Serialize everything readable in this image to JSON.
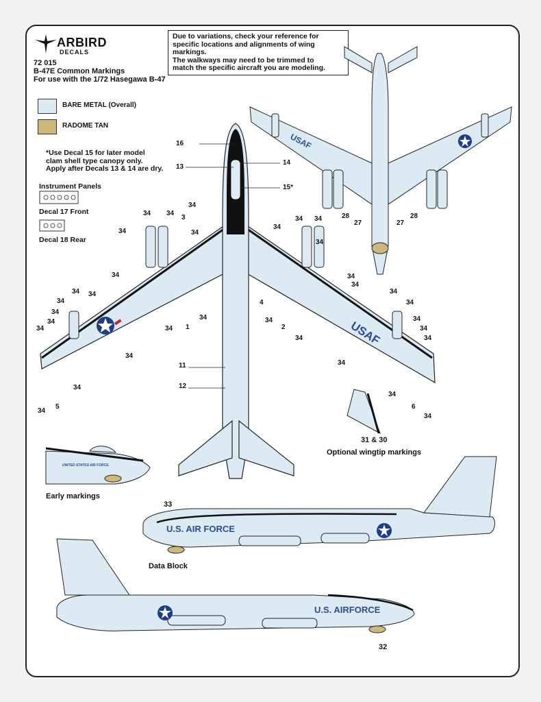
{
  "header": {
    "brand_main": "ARBIRD",
    "brand_sub": "DECALS",
    "sheet_number": "72 015",
    "title": "B-47E Common Markings",
    "subtitle": "For use with the 1/72 Hasegawa B-47"
  },
  "notice": {
    "line1": "Due to variations, check your reference for",
    "line2": "specific locations and alignments of wing",
    "line3": "markings.",
    "line4": "The walkways may need to be trimmed to",
    "line5": "match the specific aircraft you are modeling."
  },
  "legend": [
    {
      "label": "BARE METAL (Overall)",
      "color": "#dcebf3"
    },
    {
      "label": "RADOME TAN",
      "color": "#cdb87c"
    }
  ],
  "canopy_note": {
    "line1": "*Use Decal 15 for later model",
    "line2": "clam shell type canopy only.",
    "line3": "Apply after Decals 13 & 14 are dry."
  },
  "instrument_panels": {
    "title": "Instrument Panels",
    "front": "Decal 17 Front",
    "rear": "Decal 18 Rear"
  },
  "captions": {
    "wingtip_numbers": "31 & 30",
    "wingtip_title": "Optional wingtip markings",
    "early": "Early markings",
    "data_block": "Data Block",
    "early_fuselage_text": "UNITED STATES AIR FORCE"
  },
  "markings": {
    "usaf_wing": "USAF",
    "fuselage_left": "U.S. AIR FORCE",
    "fuselage_right": "U.S. AIRFORCE"
  },
  "callouts": {
    "c16": "16",
    "c13": "13",
    "c14": "14",
    "c15": "15*",
    "c3": "3",
    "c4": "4",
    "c1": "1",
    "c2": "2",
    "c5": "5",
    "c6": "6",
    "c11": "11",
    "c12": "12",
    "c33": "33",
    "c32": "32",
    "c28": "28",
    "c27": "27",
    "c34": "34"
  },
  "colors": {
    "metal": "#dcebf3",
    "tan": "#cdb87c",
    "outline": "#222222",
    "walkway": "#111111",
    "insignia_blue": "#1d3d8a",
    "insignia_red": "#b52a2a",
    "text_blue": "#2a4b9a"
  }
}
